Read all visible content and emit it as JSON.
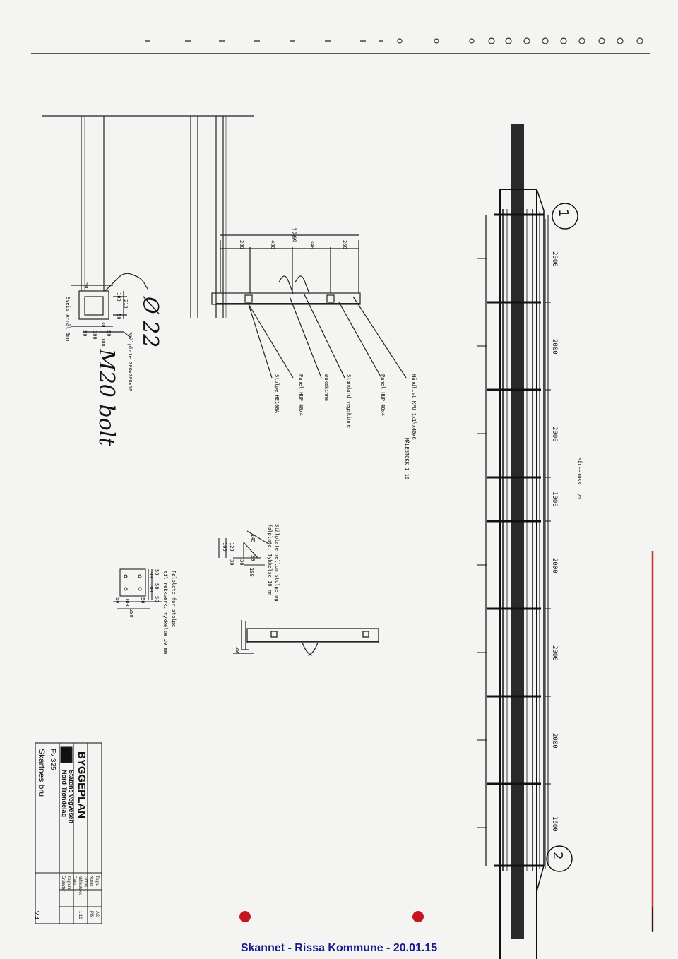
{
  "footer": {
    "scan_label": "Skannet - Rissa Kommune - 20.01.15"
  },
  "section_detail": {
    "top_dimension": "1269",
    "segment_dims": [
      "200",
      "400",
      "340",
      "260"
    ],
    "labels": [
      "Håndlist KFU 1x1½x40x6",
      "Panel HUP 40x4",
      "Standard vegskinne",
      "Bukskinne",
      "Panel HUP 40x4",
      "Stolpe HE100A"
    ],
    "scale_note": "MÅLESTOKK 1:10"
  },
  "post_detail": {
    "base_plate_label": "Stålplate 200x200x10",
    "weld_label": "Sveis A-mål 3mm",
    "dims_top": [
      "50",
      "210"
    ],
    "dims_mid": [
      "100",
      "50"
    ],
    "dims_bottom": [
      "50",
      "100",
      "50"
    ],
    "small_dims": [
      "30",
      "100"
    ]
  },
  "handwritten": {
    "diameter_note": "Ø 22",
    "bolt_note": "M20 bolt"
  },
  "steel_plate_note": {
    "line1": "Stålplate mellom stolpe og",
    "line2": "følplate. Tykkelse 10 mm",
    "dims": [
      "30",
      "120",
      "100",
      "30",
      "20",
      "100",
      "145"
    ]
  },
  "foot_plate_note": {
    "line1": "Følplate for stolpe",
    "line2": "til rekkverk. tykkelse 20 mm",
    "dims": [
      "100",
      "100",
      "50",
      "50",
      "100",
      "50",
      "200",
      "50",
      "50"
    ]
  },
  "rail_detail": {
    "dim": "20"
  },
  "elevation": {
    "scale_note": "MÅLESTOKK 1:25",
    "spans": [
      "2000",
      "2000",
      "2000",
      "1000",
      "2000",
      "2000",
      "2000",
      "1600"
    ],
    "axis_labels": [
      "1",
      "2"
    ]
  },
  "title_block": {
    "logo_text": "BYGGEPLAN",
    "org_line1": "Statens vegvesen",
    "org_line2": "Nord-Trøndelag",
    "project_no": "Fv 325",
    "project_name": "Skarfnes bru",
    "rows": [
      "Tegn.",
      "Kontr.",
      "Godkj.",
      "Målestokk",
      "Dato",
      "Tegn.nr.",
      "Erstatter"
    ],
    "values": [
      "AS",
      "PB",
      "",
      "1:10",
      "",
      "",
      "V 4"
    ]
  },
  "colors": {
    "ink": "#111111",
    "red_margin": "#d42a2a",
    "footer_blue": "#1a1a8c",
    "paper": "#f4f4f2"
  }
}
